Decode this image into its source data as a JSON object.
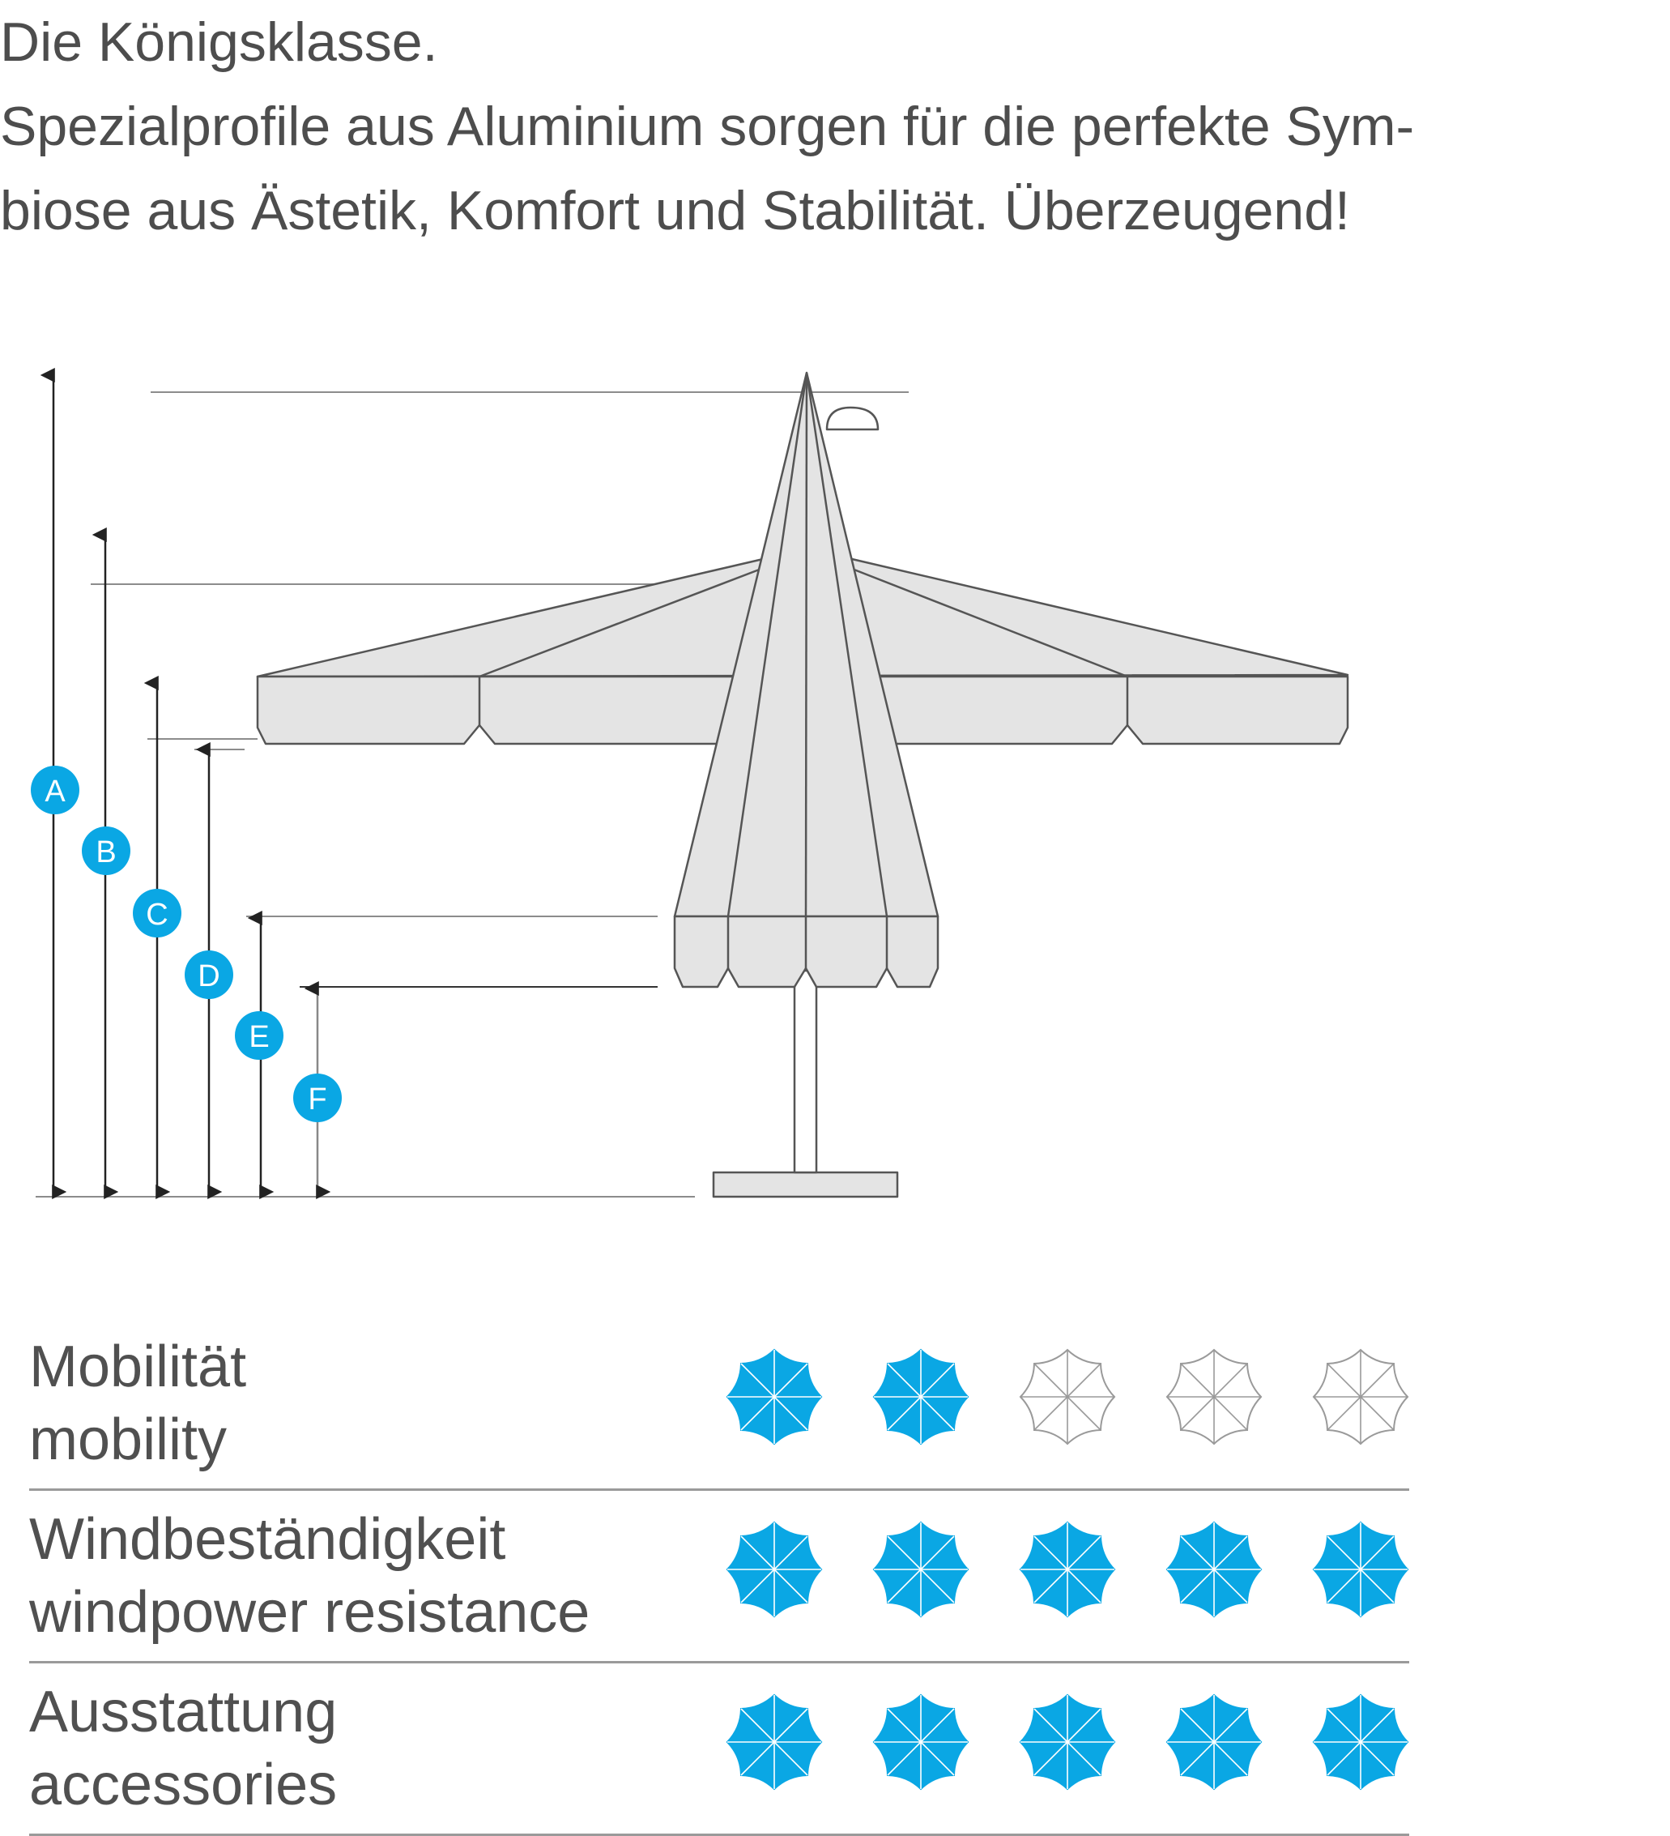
{
  "intro": {
    "lines": [
      "Die Königsklasse.",
      "Spezialprofile aus Aluminium sorgen für die perfekte Sym-",
      "biose aus Ästetik, Komfort und Stabilität. Überzeugend!"
    ]
  },
  "dimension_labels": [
    "A",
    "B",
    "C",
    "D",
    "E",
    "F"
  ],
  "colors": {
    "accent": "#0aa7e4",
    "canopy": "#e4e4e4",
    "line": "#555555",
    "guide": "#8c8c8c",
    "outline_icon": "#9a9a9a"
  },
  "ratings": [
    {
      "label_de": "Mobilität",
      "label_en": "mobility",
      "value": 2,
      "max": 5
    },
    {
      "label_de": "Windbeständigkeit",
      "label_en": "windpower resistance",
      "value": 5,
      "max": 5
    },
    {
      "label_de": "Ausstattung",
      "label_en": "accessories",
      "value": 5,
      "max": 5
    }
  ],
  "icon_names": {
    "filled": "umbrella-filled-icon",
    "empty": "umbrella-outline-icon"
  }
}
